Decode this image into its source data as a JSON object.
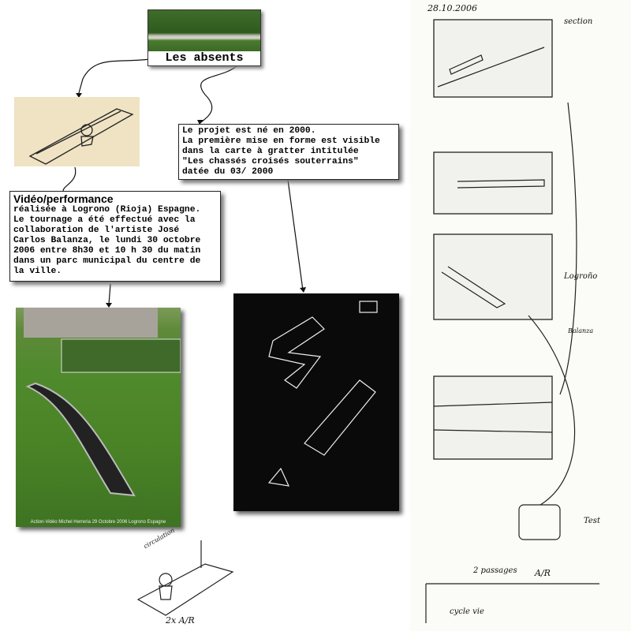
{
  "title": {
    "label": "Les absents"
  },
  "video_box": {
    "heading": "Vidéo/performance",
    "lines": [
      "réalisée à Logrono (Rioja) Espagne.",
      "Le tournage  a été effectué avec la",
      "collaboration de l'artiste José",
      "Carlos Balanza, le lundi 30 octobre",
      "2006 entre 8h30 et 10 h 30 du matin",
      "dans un parc municipal du centre de",
      "la ville."
    ]
  },
  "project_box": {
    "lines": [
      "Le projet est né en 2000.",
      "La première mise en forme est visible",
      "dans la carte à gratter intitulée",
      "\"Les chassés croisés souterrains\"",
      "datée du 03/ 2000"
    ]
  },
  "photo": {
    "caption": "Action-Vidéo Michel Herreria  29 Octobre 2006 Logrono Espagne"
  },
  "sketch_bottom": {
    "note": "2x  A/R",
    "side": "circulation"
  },
  "notebook": {
    "date": "28.10.2006",
    "labels": [
      "section",
      "Logroño",
      "Balanza",
      "Test",
      "A/R",
      "2 passages",
      "cycle vie"
    ]
  }
}
